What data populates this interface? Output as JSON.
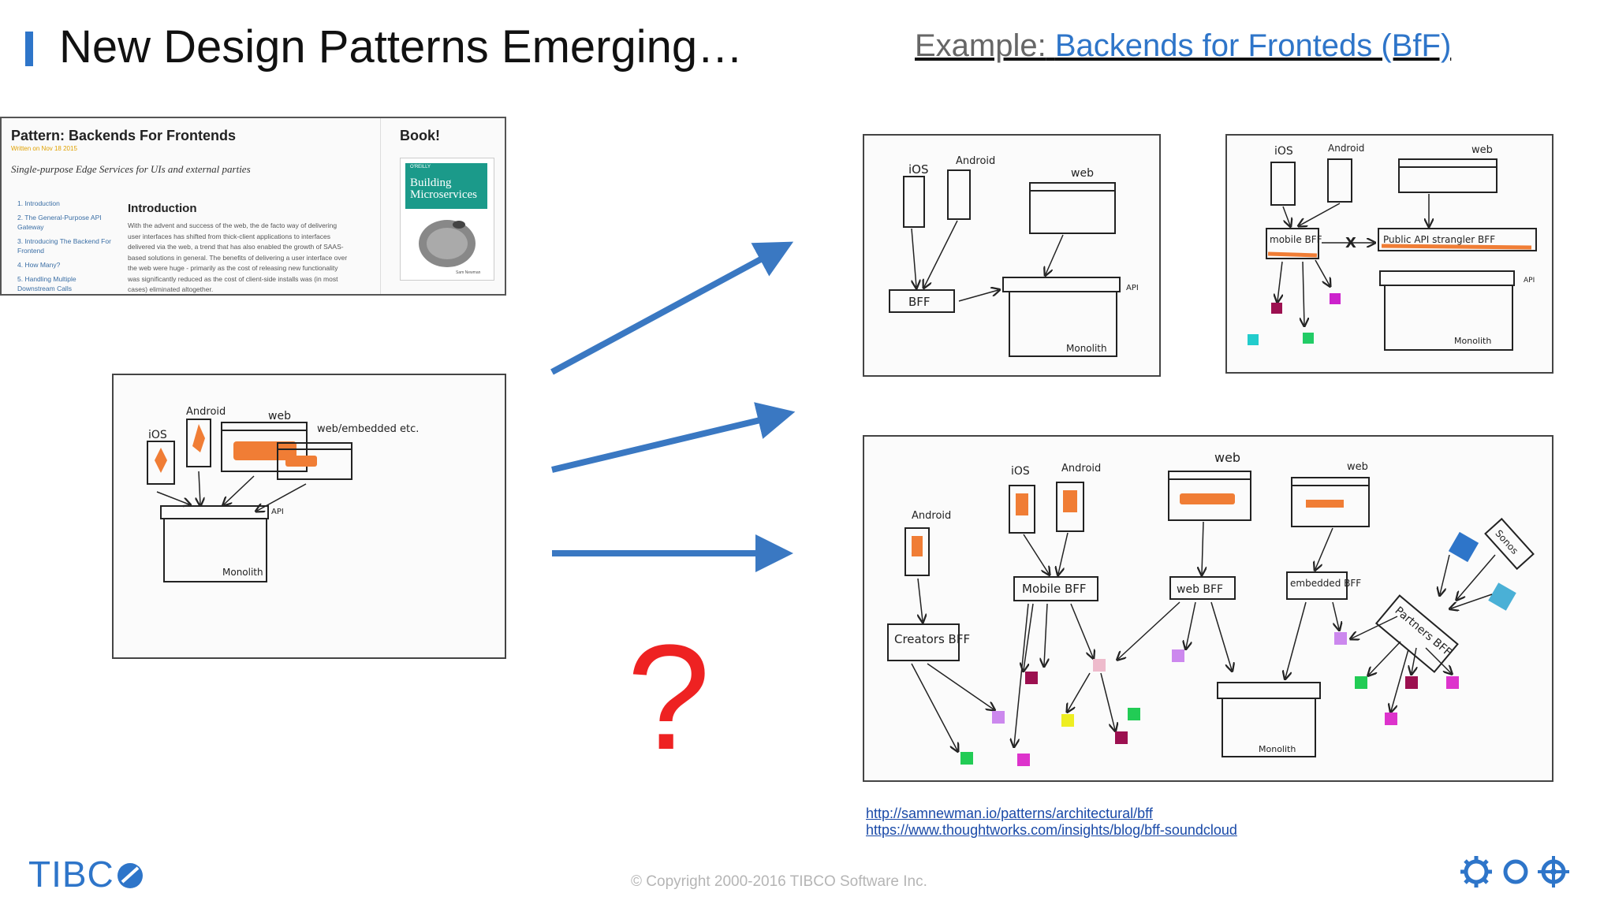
{
  "slide": {
    "title": "New Design Patterns Emerging…",
    "example_prefix": "Example:",
    "example_link": "Backends for Fronteds (BfF)",
    "question_mark": "?",
    "links": [
      "http://samnewman.io/patterns/architectural/bff",
      "https://www.thoughtworks.com/insights/blog/bff-soundcloud"
    ],
    "copyright": "© Copyright 2000-2016 TIBCO Software Inc.",
    "logo_text": "TIBC",
    "accent_color": "#2e75c9",
    "question_color": "#ee2222"
  },
  "blog": {
    "title": "Pattern: Backends For Frontends",
    "date": "Written on Nov 18 2015",
    "subtitle": "Single-purpose Edge Services for UIs and external parties",
    "toc": [
      "1. Introduction",
      "2. The General-Purpose API Gateway",
      "3. Introducing The Backend For Frontend",
      "4. How Many?",
      "5. Handling Multiple Downstream Calls"
    ],
    "intro_heading": "Introduction",
    "intro_body": "With the advent and success of the web, the de facto way of delivering user interfaces has shifted from thick-client applications to interfaces delivered via the web, a trend that has also enabled the growth of SAAS-based solutions in general. The benefits of delivering a user interface over the web were huge - primarily as the cost of releasing new functionality was significantly reduced as the cost of client-side installs was (in most cases) eliminated altogether.",
    "book_heading": "Book!",
    "book_publisher": "O'REILLY",
    "book_title": "Building Microservices",
    "book_author": "Sam Newman"
  },
  "sketches": {
    "monolith": {
      "ios": "iOS",
      "android": "Android",
      "web": "web",
      "embedded": "web/embedded etc.",
      "api": "API",
      "monolith": "Monolith"
    },
    "simple_bff": {
      "ios": "iOS",
      "android": "Android",
      "web": "web",
      "bff": "BFF",
      "api": "API",
      "monolith": "Monolith"
    },
    "strangler": {
      "ios": "iOS",
      "android": "Android",
      "web": "web",
      "mobile_bff": "mobile BFF",
      "x": "X",
      "public_api": "Public API strangler BFF",
      "api": "API",
      "monolith": "Monolith"
    },
    "full": {
      "android": "Android",
      "ios": "iOS",
      "android2": "Android",
      "web": "web",
      "web2": "web",
      "creators_bff": "Creators BFF",
      "mobile_bff": "Mobile BFF",
      "web_bff": "web BFF",
      "embedded_bff": "embedded BFF",
      "partners_bff": "Partners BFF",
      "sonos": "Sonos",
      "monolith": "Monolith"
    }
  }
}
